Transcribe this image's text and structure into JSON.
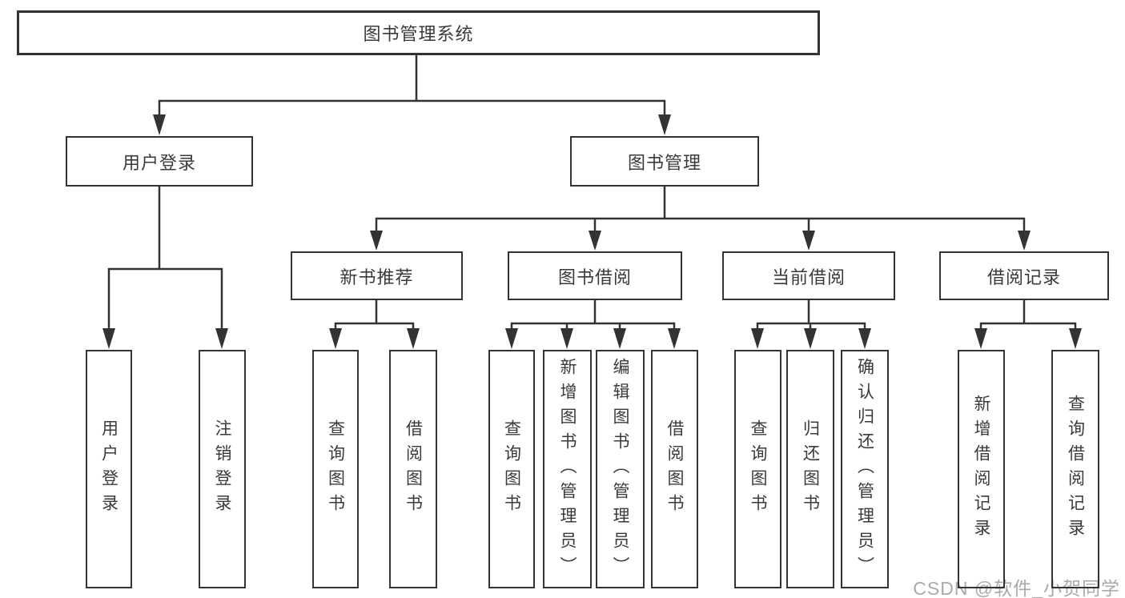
{
  "tree": {
    "root": {
      "label": "图书管理系统"
    },
    "branches": [
      {
        "label": "用户登录",
        "children": [
          {
            "label": "用户登录"
          },
          {
            "label": "注销登录"
          }
        ]
      },
      {
        "label": "图书管理",
        "children": [
          {
            "label": "新书推荐",
            "children": [
              {
                "label": "查询图书"
              },
              {
                "label": "借阅图书"
              }
            ]
          },
          {
            "label": "图书借阅",
            "children": [
              {
                "label": "查询图书"
              },
              {
                "label": "新增图书（管理员）"
              },
              {
                "label": "编辑图书（管理员）"
              },
              {
                "label": "借阅图书"
              }
            ]
          },
          {
            "label": "当前借阅",
            "children": [
              {
                "label": "查询图书"
              },
              {
                "label": "归还图书"
              },
              {
                "label": "确认归还（管理员）"
              }
            ]
          },
          {
            "label": "借阅记录",
            "children": [
              {
                "label": "新增借阅记录"
              },
              {
                "label": "查询借阅记录"
              }
            ]
          }
        ]
      }
    ]
  },
  "watermark": {
    "text": "CSDN @软件_小贺同学"
  },
  "colors": {
    "line": "#333333",
    "text": "#3a3a3a",
    "background": "#ffffff",
    "watermark": "#949494"
  }
}
